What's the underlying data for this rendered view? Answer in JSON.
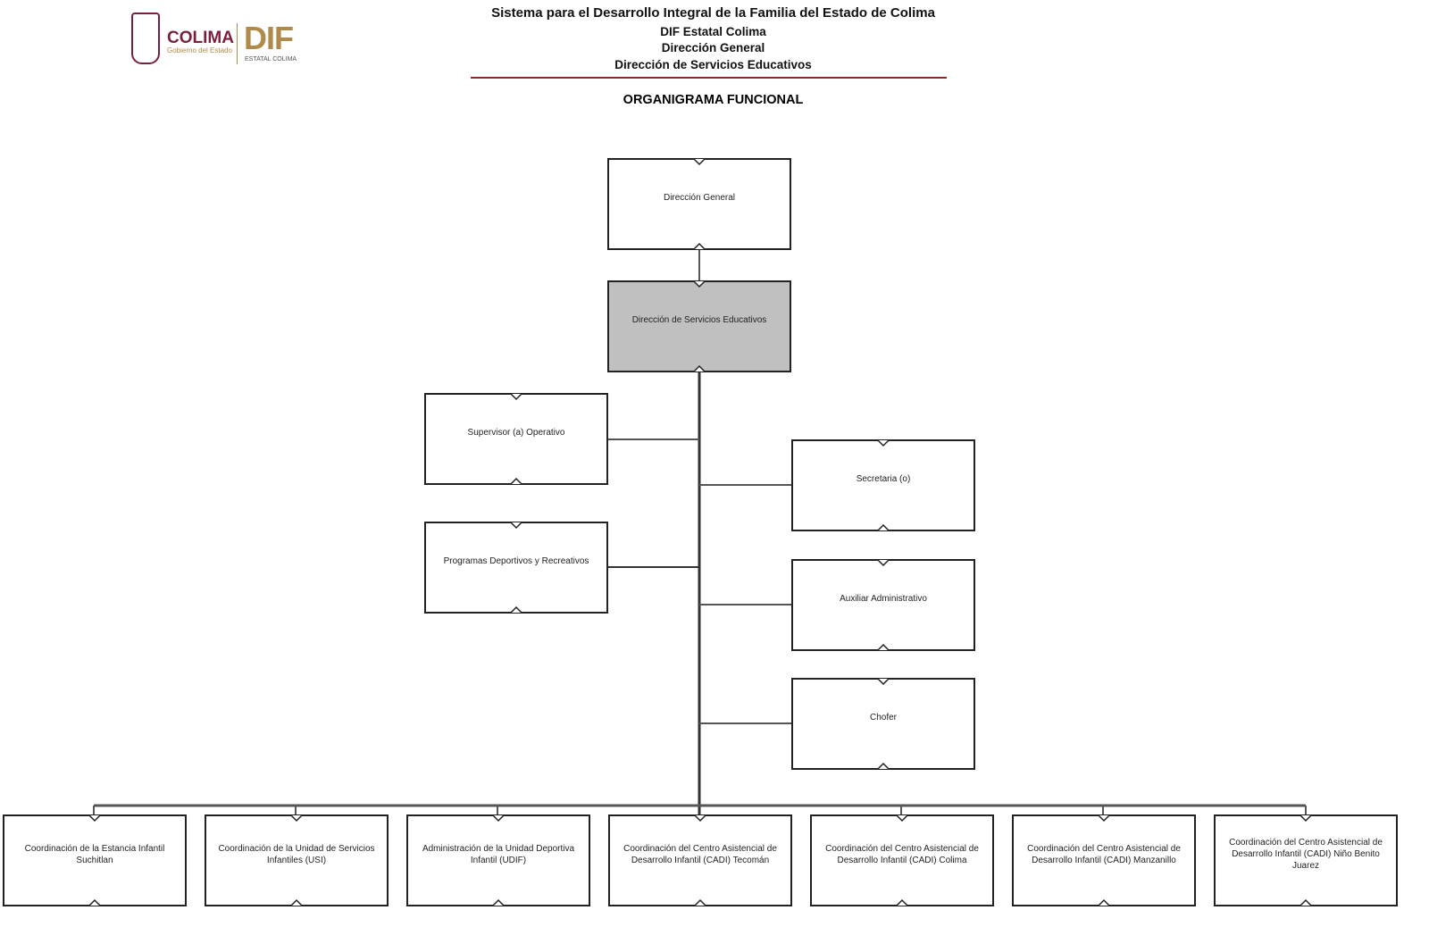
{
  "logo": {
    "brand": "COLIMA",
    "subtitle": "Gobierno del Estado",
    "agency": "DIF",
    "agency_sub": "ESTATAL COLIMA"
  },
  "header": {
    "line1": "Sistema para el Desarrollo Integral de la Familia del Estado de Colima",
    "line2": "DIF Estatal Colima",
    "line3": "Dirección General",
    "line4": "Dirección de Servicios Educativos",
    "chart_title": "ORGANIGRAMA FUNCIONAL"
  },
  "colors": {
    "accent_rule": "#8a2a2a",
    "highlight_box": "#c0c0c0"
  },
  "nodes": {
    "direccion_general": "Dirección General",
    "servicios_educativos": "Dirección de Servicios Educativos",
    "supervisor": "Supervisor (a) Operativo",
    "programas": "Programas Deportivos y Recreativos",
    "secretaria": "Secretaria (o)",
    "auxiliar": "Auxiliar Administrativo",
    "chofer": "Chofer",
    "bottom": [
      "Coordinación de la Estancia Infantil Suchitlan",
      "Coordinación de la Unidad de Servicios Infantiles (USI)",
      "Administración de la Unidad Deportiva Infantil (UDIF)",
      "Coordinación del Centro Asistencial de Desarrollo Infantil (CADI) Tecomán",
      "Coordinación del Centro Asistencial de Desarrollo Infantil (CADI) Colima",
      "Coordinación del Centro Asistencial de Desarrollo Infantil (CADI) Manzanillo",
      "Coordinación del Centro Asistencial de Desarrollo Infantil (CADI) Niño Benito Juarez"
    ]
  }
}
